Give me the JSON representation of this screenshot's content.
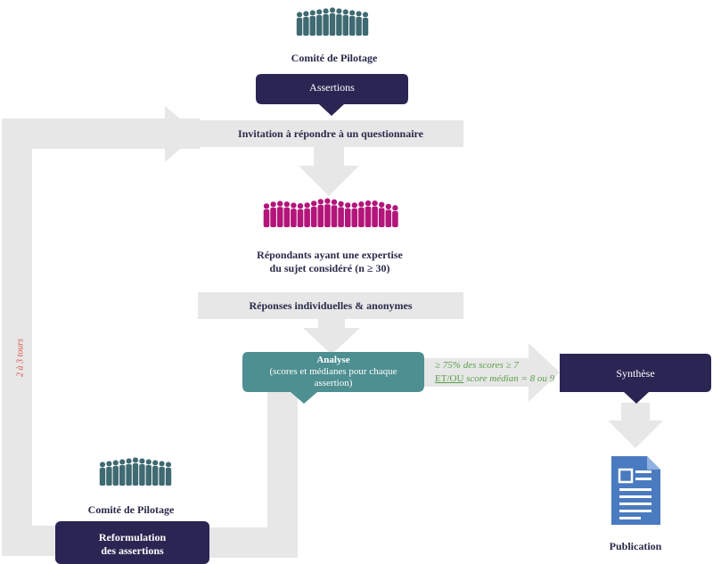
{
  "colors": {
    "navy": "#2b2553",
    "teal": "#4e8f91",
    "magenta": "#b3157a",
    "people": "#3f6a72",
    "arrow": "#e7e7e7",
    "green": "#5a9e4a",
    "red": "#d9534f",
    "doc": "#4a7ac0"
  },
  "icons": {
    "top_group": "people-group-icon",
    "respondents": "people-crowd-icon",
    "bottom_group": "people-group-icon",
    "publication": "document-icon"
  },
  "nodes": {
    "comite_top": "Comité de Pilotage",
    "assertions": "Assertions",
    "invitation": "Invitation à répondre à un questionnaire",
    "respondants_l1": "Répondants ayant une expertise",
    "respondants_l2": "du sujet considéré (n ≥ 30)",
    "reponses": "Réponses individuelles & anonymes",
    "analyse_title": "Analyse",
    "analyse_l1": "(scores et médianes pour chaque",
    "analyse_l2": "assertion)",
    "criteria_l1": "≥ 75% des scores ≥ 7",
    "criteria_l2a": "ET/OU",
    "criteria_l2b": " score médian = 8 ou 9",
    "synthese": "Synthèse",
    "publication": "Publication",
    "comite_bottom": "Comité de Pilotage",
    "reformulation_l1": "Reformulation",
    "reformulation_l2": "des assertions",
    "loop_label": "2 à 3 tours"
  }
}
